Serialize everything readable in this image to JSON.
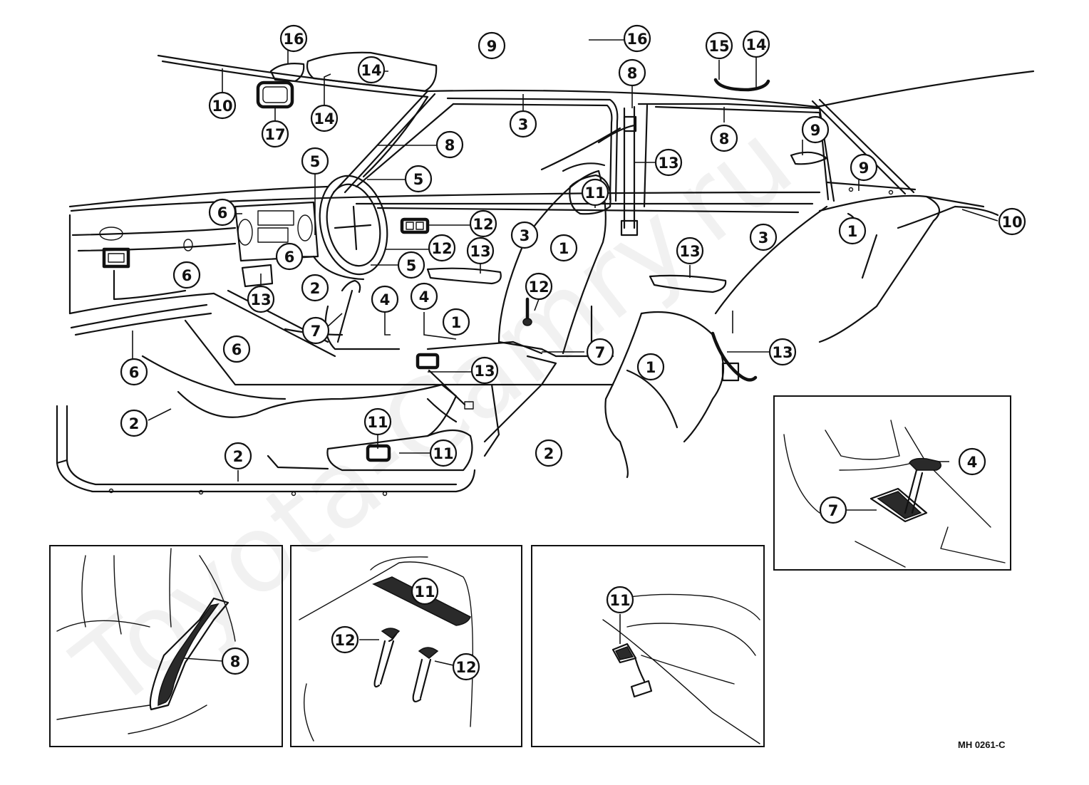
{
  "diagram": {
    "watermark": "Toyota-Camry.ru",
    "code": "MH  0261-C",
    "callouts": [
      {
        "id": "c16a",
        "label": "16"
      },
      {
        "id": "c10a",
        "label": "10"
      },
      {
        "id": "c17",
        "label": "17"
      },
      {
        "id": "c14a",
        "label": "14"
      },
      {
        "id": "c14b",
        "label": "14"
      },
      {
        "id": "c9a",
        "label": "9"
      },
      {
        "id": "c16b",
        "label": "16"
      },
      {
        "id": "c3a",
        "label": "3"
      },
      {
        "id": "c8a",
        "label": "8"
      },
      {
        "id": "c8b",
        "label": "8"
      },
      {
        "id": "c15",
        "label": "15"
      },
      {
        "id": "c14c",
        "label": "14"
      },
      {
        "id": "c8c",
        "label": "8"
      },
      {
        "id": "c9b",
        "label": "9"
      },
      {
        "id": "c9c",
        "label": "9"
      },
      {
        "id": "c13a",
        "label": "13"
      },
      {
        "id": "c5a",
        "label": "5"
      },
      {
        "id": "c5b",
        "label": "5"
      },
      {
        "id": "c11a",
        "label": "11"
      },
      {
        "id": "c10b",
        "label": "10"
      },
      {
        "id": "c6a",
        "label": "6"
      },
      {
        "id": "c12a",
        "label": "12"
      },
      {
        "id": "c3b",
        "label": "3"
      },
      {
        "id": "c3c",
        "label": "3"
      },
      {
        "id": "c1a",
        "label": "1"
      },
      {
        "id": "c1b",
        "label": "1"
      },
      {
        "id": "c12b",
        "label": "12"
      },
      {
        "id": "c13b",
        "label": "13"
      },
      {
        "id": "c13c",
        "label": "13"
      },
      {
        "id": "c6b",
        "label": "6"
      },
      {
        "id": "c6c",
        "label": "6"
      },
      {
        "id": "c5c",
        "label": "5"
      },
      {
        "id": "c2a",
        "label": "2"
      },
      {
        "id": "c12c",
        "label": "12"
      },
      {
        "id": "c13d",
        "label": "13"
      },
      {
        "id": "c4a",
        "label": "4"
      },
      {
        "id": "c4b",
        "label": "4"
      },
      {
        "id": "c1c",
        "label": "1"
      },
      {
        "id": "c7a",
        "label": "7"
      },
      {
        "id": "c6d",
        "label": "6"
      },
      {
        "id": "c7b",
        "label": "7"
      },
      {
        "id": "c13e",
        "label": "13"
      },
      {
        "id": "c6e",
        "label": "6"
      },
      {
        "id": "c1d",
        "label": "1"
      },
      {
        "id": "c13f",
        "label": "13"
      },
      {
        "id": "c2b",
        "label": "2"
      },
      {
        "id": "c11b",
        "label": "11"
      },
      {
        "id": "c11c",
        "label": "11"
      },
      {
        "id": "c2c",
        "label": "2"
      },
      {
        "id": "c2d",
        "label": "2"
      },
      {
        "id": "c4c",
        "label": "4"
      },
      {
        "id": "c7c",
        "label": "7"
      },
      {
        "id": "c8d",
        "label": "8"
      },
      {
        "id": "c11d",
        "label": "11"
      },
      {
        "id": "c12d",
        "label": "12"
      },
      {
        "id": "c12e",
        "label": "12"
      },
      {
        "id": "c11e",
        "label": "11"
      }
    ]
  }
}
